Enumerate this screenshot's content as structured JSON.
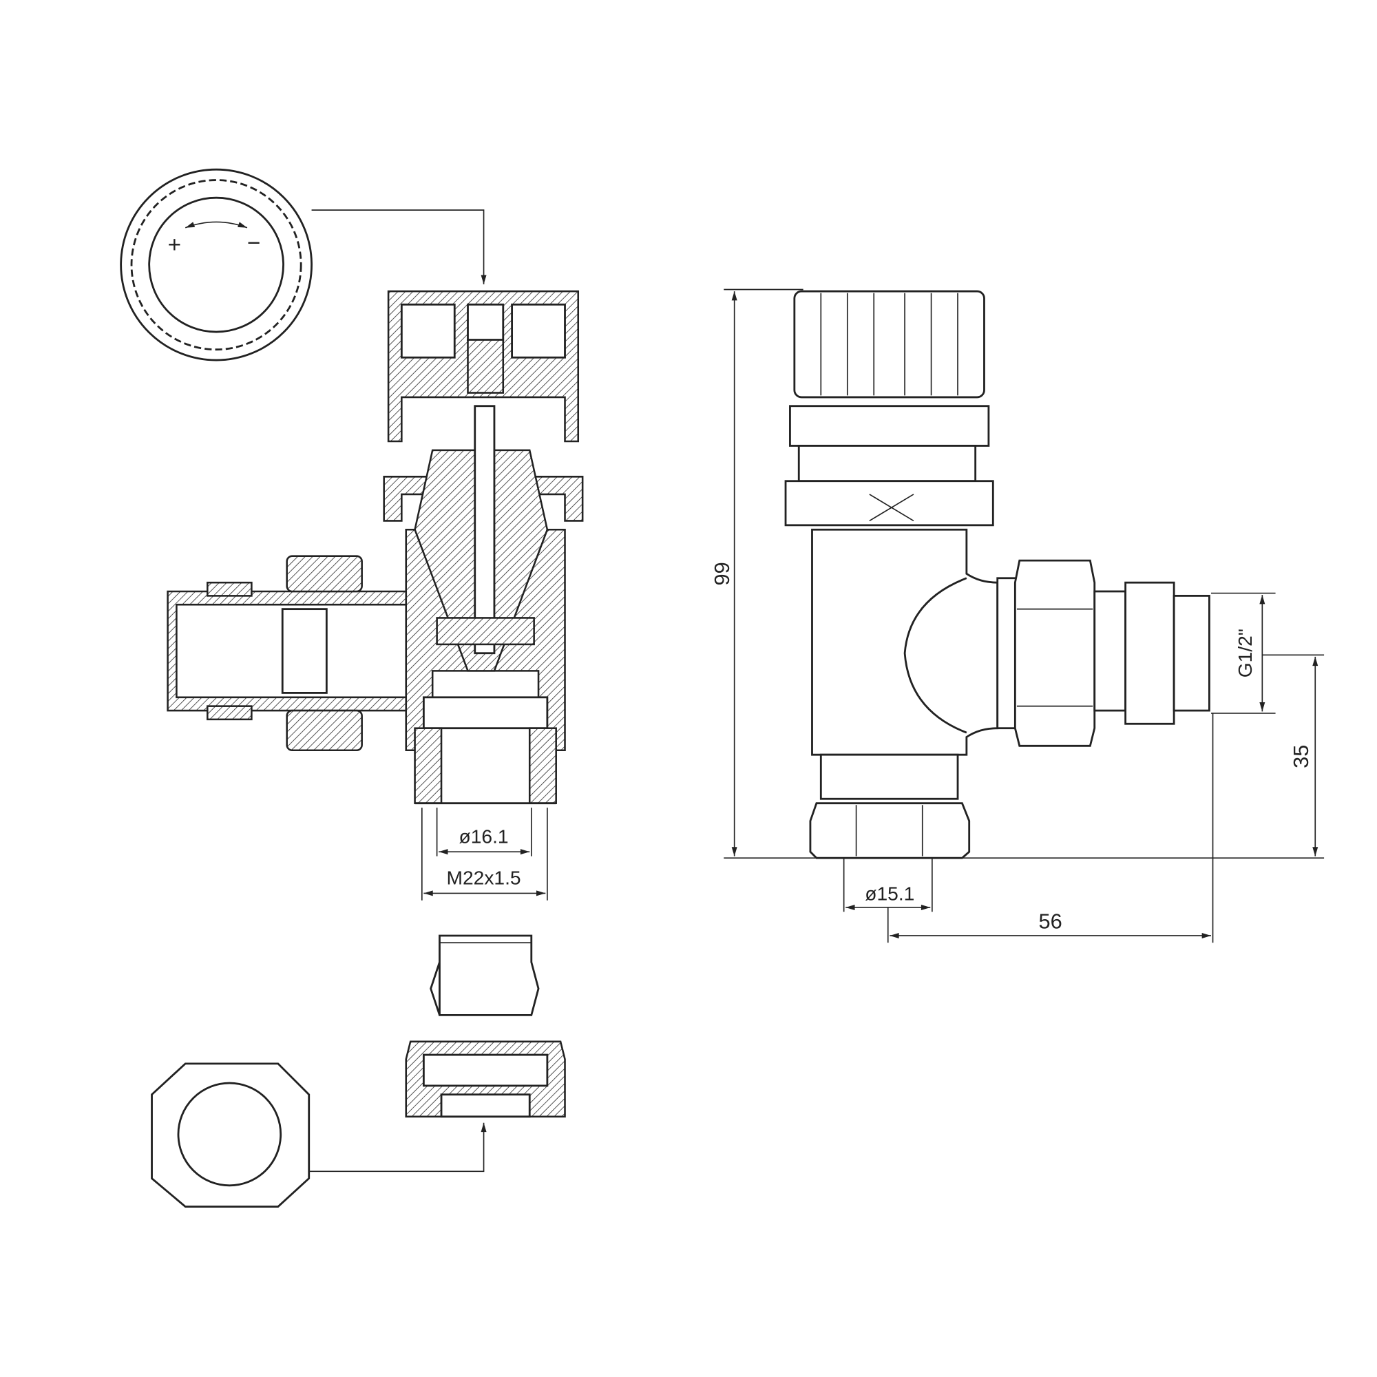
{
  "drawing": {
    "knob_symbols": {
      "plus": "+",
      "minus": "−"
    },
    "dimensions": {
      "inner_diameter_left": "ø16.1",
      "thread_left": "M22x1.5",
      "height": "99",
      "thread_right": "G1/2\"",
      "offset_height": "35",
      "inner_diameter_right": "ø15.1",
      "length": "56"
    },
    "colors": {
      "line": "#222222",
      "background": "#ffffff"
    }
  }
}
